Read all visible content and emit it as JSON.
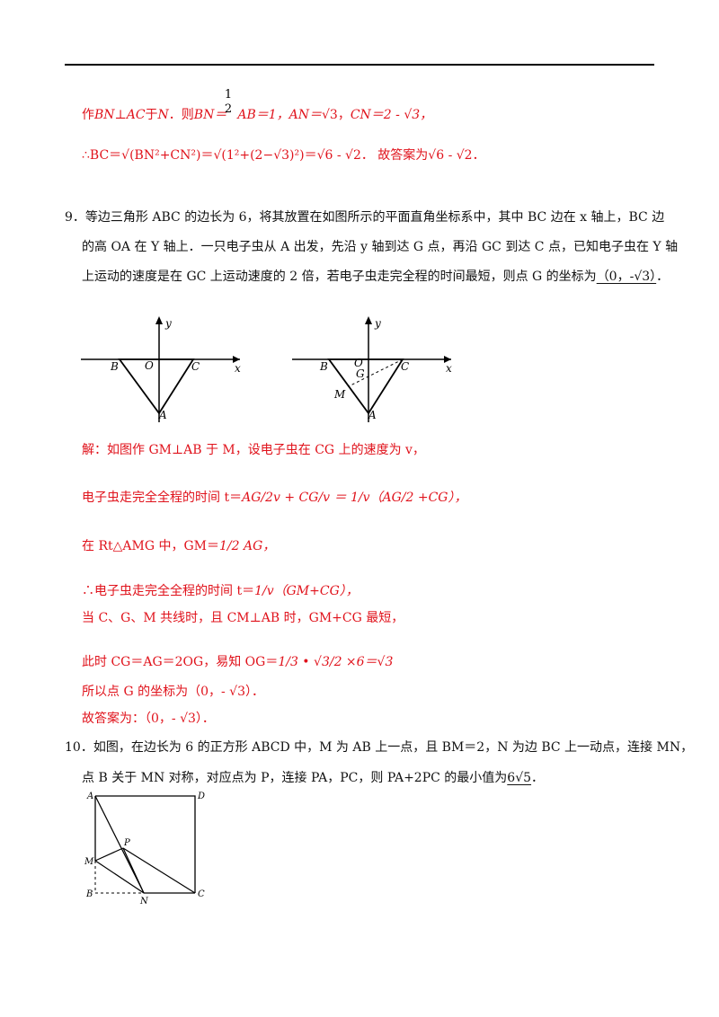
{
  "solution8": {
    "frac_half": "1\n2",
    "line1_a": "作",
    "line1_b": "BN⊥AC",
    "line1_c": "于",
    "line1_d": "N",
    "line1_e": "．则",
    "line1_f": "BN＝",
    "line1_g": "AB＝1，",
    "line1_h": "AN＝",
    "line1_h2": "√3",
    "line1_i": "，",
    "line1_j": "CN＝2 - √3，",
    "line2": "∴BC＝√(BN²+CN²)＝√(1²+(2−√3)²)＝√6 - √2．  故答案为√6 - √2．"
  },
  "problem9": {
    "number": "9．",
    "line1": "等边三角形 ABC 的边长为 6，将其放置在如图所示的平面直角坐标系中，其中 BC 边在 x 轴上，BC 边",
    "line2": "的高 OA 在 Y 轴上．一只电子虫从 A 出发，先沿 y 轴到达 G 点，再沿 GC 到达 C 点，已知电子虫在 Y 轴",
    "line3": "上运动的速度是在 GC 上运动速度的 2 倍，若电子虫走完全程的时间最短，则点 G 的坐标为",
    "answer": "（0，-√3）",
    "end": "．",
    "fig_labels": {
      "y": "y",
      "x": "x",
      "B": "B",
      "O": "O",
      "C": "C",
      "A": "A",
      "G": "G",
      "M": "M"
    },
    "solution": {
      "s1": "解：如图作 GM⊥AB 于 M，设电子虫在 CG 上的速度为 v，",
      "s2a": "电子虫走完全全程的时间 t＝",
      "s2b": "AG/2v + CG/v ＝ 1/v（AG/2 +CG），",
      "s3a": "在 Rt△AMG 中，GM＝",
      "s3b": "1/2 AG，",
      "s4a": "∴电子虫走完全全程的时间 t＝",
      "s4b": "1/v（GM+CG），",
      "s5": "当 C、G、M 共线时，且 CM⊥AB 时，GM+CG 最短，",
      "s6a": "此时 CG＝AG＝2OG，易知 OG＝",
      "s6b": "1/3 • √3/2 ×6＝√3",
      "s7": "所以点 G 的坐标为（0，- √3）．",
      "s8": "故答案为：（0，- √3）．"
    }
  },
  "problem10": {
    "number": "10．",
    "line1": "如图，在边长为 6 的正方形 ABCD 中，M 为 AB 上一点，且 BM＝2，N 为边 BC 上一动点，连接 MN，",
    "line2": "点 B 关于 MN 对称，对应点为 P，连接 PA，PC，则 PA+2PC 的最小值为",
    "answer": "6√5",
    "end": "．",
    "fig_labels": {
      "A": "A",
      "D": "D",
      "P": "P",
      "M": "M",
      "B": "B",
      "N": "N",
      "C": "C"
    }
  }
}
